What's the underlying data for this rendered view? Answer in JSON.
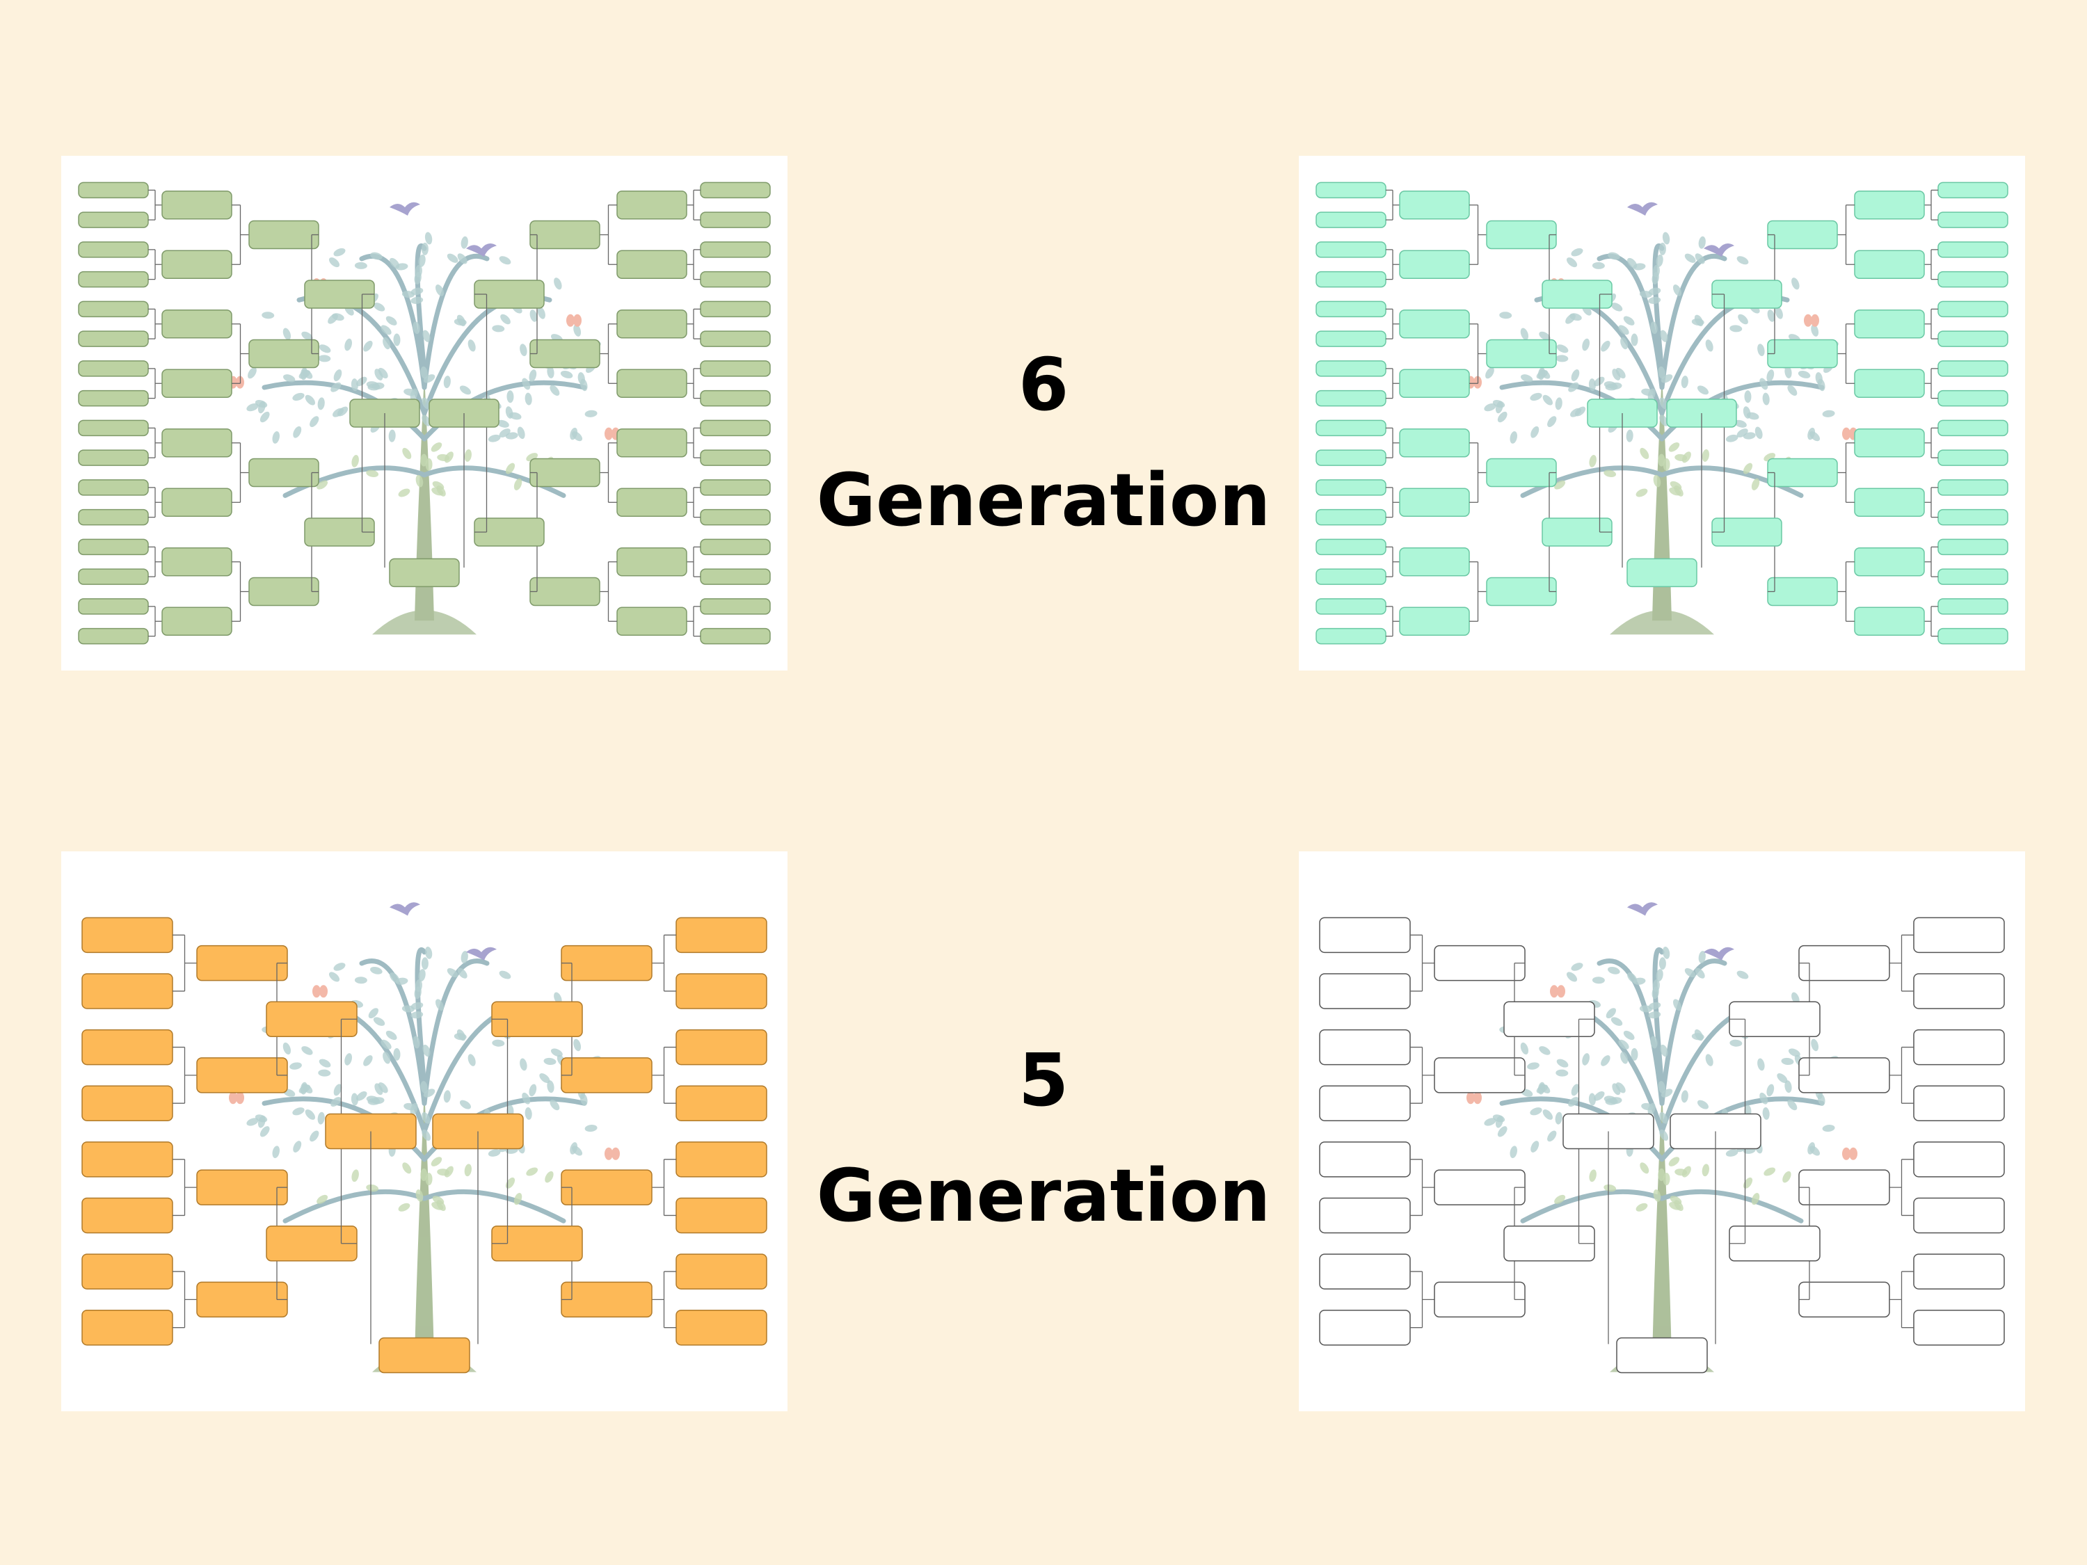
{
  "labels": {
    "six": {
      "number": "6",
      "word": "Generation"
    },
    "five": {
      "number": "5",
      "word": "Generation"
    }
  },
  "panels": [
    {
      "id": "p-tl",
      "generations": 6,
      "box_fill": "#bcd2a2",
      "box_stroke": "#7f9a6a"
    },
    {
      "id": "p-tr",
      "generations": 6,
      "box_fill": "#aef6d8",
      "box_stroke": "#6ac8a4"
    },
    {
      "id": "p-bl",
      "generations": 5,
      "box_fill": "#fdb957",
      "box_stroke": "#b07a2a"
    },
    {
      "id": "p-br",
      "generations": 5,
      "box_fill": "#ffffff",
      "box_stroke": "#555555"
    }
  ],
  "colors": {
    "background": "#fdf2dd",
    "tree_trunk": "#9fb58a",
    "tree_branches": "#8fb0b8",
    "leaves": "#a8c8c8",
    "bird": "#a7a3cf",
    "butterfly": "#f3b8a8",
    "connector_line": "#666666"
  },
  "icons": [
    "tree-illustration",
    "bird-icon",
    "butterfly-icon"
  ]
}
